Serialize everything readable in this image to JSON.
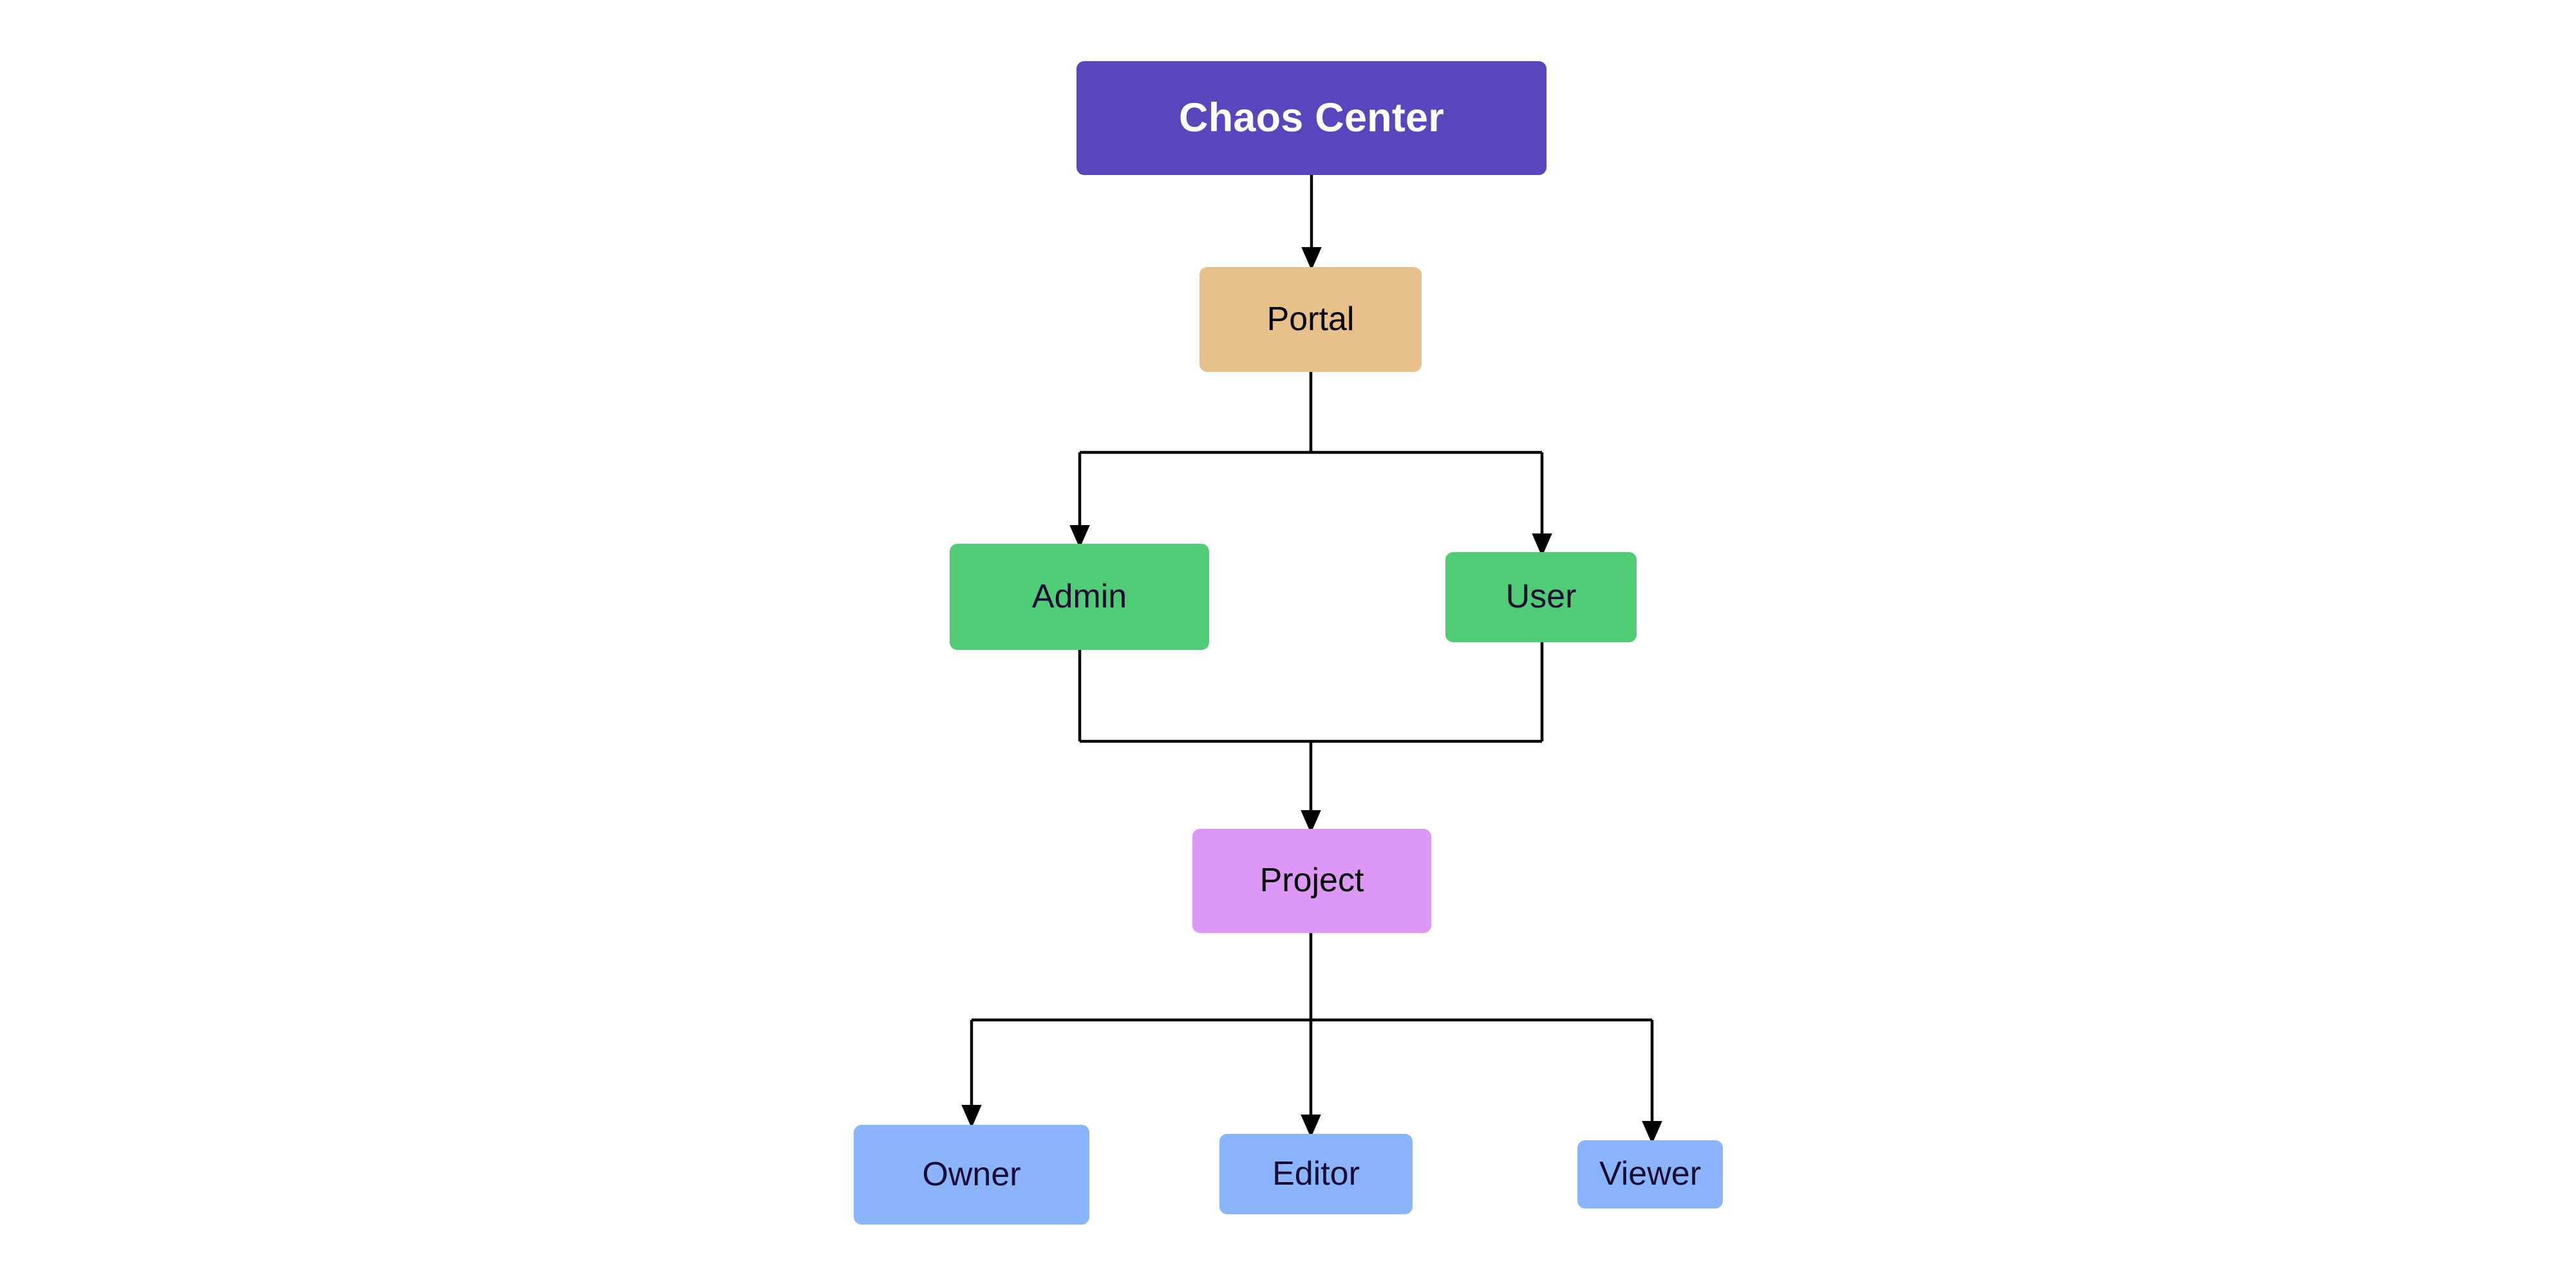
{
  "diagram": {
    "type": "flowchart",
    "direction": "top-to-bottom",
    "background_color": "#ffffff",
    "edge_color": "#000000",
    "nodes": [
      {
        "id": "chaos-center",
        "label": "Chaos Center",
        "fill": "#5B45BC",
        "text_color": "#ffffff",
        "shape": "rounded-rect",
        "level": 0
      },
      {
        "id": "portal",
        "label": "Portal",
        "fill": "#E8C08A",
        "text_color": "#000000",
        "shape": "rounded-rect",
        "level": 1
      },
      {
        "id": "admin",
        "label": "Admin",
        "fill": "#4FCC75",
        "text_color": "#1A0C33",
        "shape": "rounded-rect",
        "level": 2
      },
      {
        "id": "user",
        "label": "User",
        "fill": "#4FCC75",
        "text_color": "#1A0C33",
        "shape": "rounded-rect",
        "level": 2
      },
      {
        "id": "project",
        "label": "Project",
        "fill": "#DD97F5",
        "text_color": "#000000",
        "shape": "rounded-rect",
        "level": 3
      },
      {
        "id": "owner",
        "label": "Owner",
        "fill": "#8AB4FC",
        "text_color": "#1A0C33",
        "shape": "rounded-rect",
        "level": 4
      },
      {
        "id": "editor",
        "label": "Editor",
        "fill": "#8AB4FC",
        "text_color": "#1A0C33",
        "shape": "rounded-rect",
        "level": 4
      },
      {
        "id": "viewer",
        "label": "Viewer",
        "fill": "#8AB4FC",
        "text_color": "#1A0C33",
        "shape": "rounded-rect",
        "level": 4
      }
    ],
    "edges": [
      {
        "from": "chaos-center",
        "to": "portal",
        "style": "orthogonal",
        "arrow": "end"
      },
      {
        "from": "portal",
        "to": "admin",
        "style": "orthogonal",
        "arrow": "end"
      },
      {
        "from": "portal",
        "to": "user",
        "style": "orthogonal",
        "arrow": "end"
      },
      {
        "from": "admin",
        "to": "project",
        "style": "orthogonal",
        "arrow": "end"
      },
      {
        "from": "user",
        "to": "project",
        "style": "orthogonal",
        "arrow": "end"
      },
      {
        "from": "project",
        "to": "owner",
        "style": "orthogonal",
        "arrow": "end"
      },
      {
        "from": "project",
        "to": "editor",
        "style": "orthogonal",
        "arrow": "end"
      },
      {
        "from": "project",
        "to": "viewer",
        "style": "orthogonal",
        "arrow": "end"
      }
    ]
  }
}
